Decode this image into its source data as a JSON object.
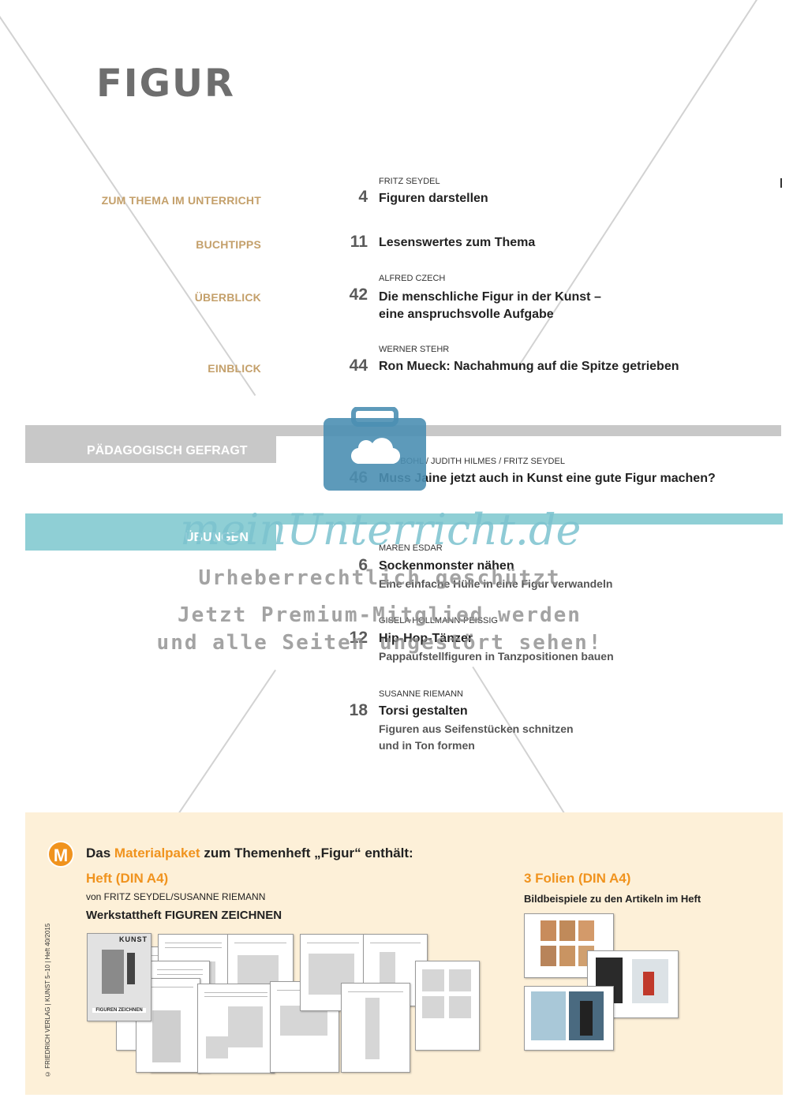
{
  "page": {
    "title": "FIGUR",
    "colors": {
      "section_label": "#c4a06b",
      "gray_band": "#c8c8c8",
      "teal_band": "#8fcfd5",
      "accent_orange": "#f0931e",
      "box_background": "#fdf0d8"
    }
  },
  "toc": [
    {
      "section": "ZUM THEMA IM UNTERRICHT",
      "author": "FRITZ SEYDEL",
      "page": "4",
      "title": "Figuren darstellen",
      "title2": ""
    },
    {
      "section": "BUCHTIPPS",
      "author": "",
      "page": "11",
      "title": "Lesenswertes zum Thema",
      "title2": ""
    },
    {
      "section": "ÜBERBLICK",
      "author": "ALFRED CZECH",
      "page": "42",
      "title": "Die menschliche Figur in der Kunst –",
      "title2": "eine anspruchsvolle Aufgabe"
    },
    {
      "section": "EINBLICK",
      "author": "WERNER STEHR",
      "page": "44",
      "title": "Ron Mueck: Nachahmung auf die Spitze getrieben",
      "title2": ""
    }
  ],
  "paedagogisch": {
    "label": "PÄDAGOGISCH GEFRAGT",
    "author": "PIET BOHL / JUDITH HILMES / FRITZ SEYDEL",
    "page": "46",
    "title": "Muss Jaine jetzt auch in Kunst eine gute Figur machen?"
  },
  "uebungen": {
    "label": "ÜBUNGEN",
    "items": [
      {
        "author": "MAREN ESDAR",
        "page": "6",
        "title": "Sockenmonster nähen",
        "sub1": "Eine einfache Hülle in eine Figur verwandeln",
        "sub2": ""
      },
      {
        "author": "GISELA HOLLMANN-PEISSIG",
        "page": "12",
        "title": "Hip-Hop-Tänzer",
        "sub1": "Pappaufstellfiguren in Tanzpositionen bauen",
        "sub2": ""
      },
      {
        "author": "SUSANNE RIEMANN",
        "page": "18",
        "title": "Torsi gestalten",
        "sub1": "Figuren aus Seifenstücken schnitzen",
        "sub2": "und in Ton formen"
      }
    ]
  },
  "materialpaket": {
    "badge": "M",
    "heading_pre": "Das ",
    "heading_hl": "Materialpaket",
    "heading_post": " zum Themenheft „Figur“ enthält:",
    "heft_title": "Heft (DIN A4)",
    "heft_authors": "von FRITZ SEYDEL/SUSANNE RIEMANN",
    "heft_subtitle": "Werkstattheft FIGUREN ZEICHNEN",
    "folien_title": "3 Folien (DIN A4)",
    "folien_subtitle": "Bildbeispiele zu den Artikeln im Heft",
    "cover_brand": "KUNST",
    "cover_title": "FIGUREN ZEICHNEN"
  },
  "credit": "© FRIEDRICH VERLAG | KUNST 5–10 | Heft 40/2015",
  "watermark": {
    "logo": "meinUnterricht.de",
    "line1": "Urheberrechtlich geschützt",
    "line2": "Jetzt Premium-Mitglied werden",
    "line3": "und alle Seiten ungestört sehen!"
  }
}
